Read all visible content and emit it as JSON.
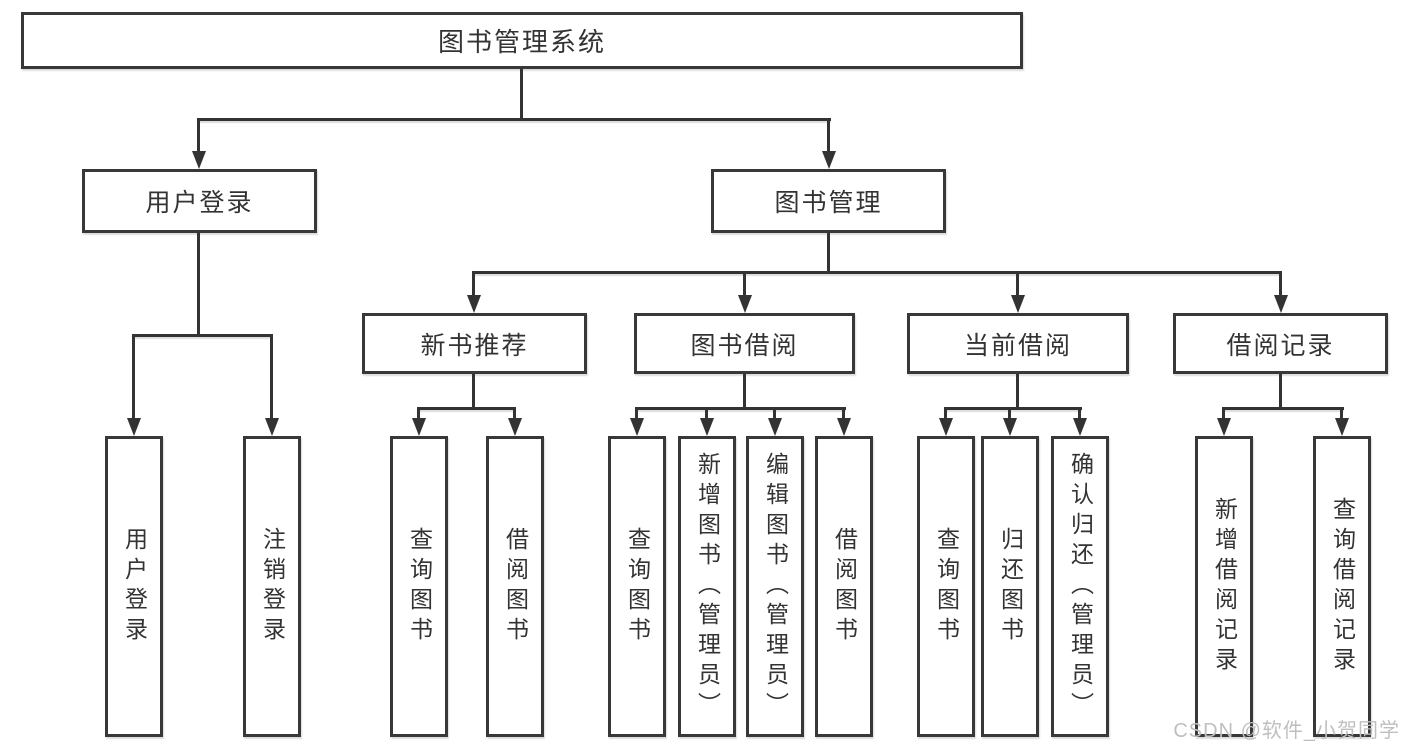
{
  "diagram": {
    "root": {
      "label": "图书管理系统"
    },
    "branches": [
      {
        "label": "用户登录",
        "children": [
          {
            "label": "用户登录"
          },
          {
            "label": "注销登录"
          }
        ]
      },
      {
        "label": "图书管理",
        "children": [
          {
            "label": "新书推荐",
            "children": [
              {
                "label": "查询图书"
              },
              {
                "label": "借阅图书"
              }
            ]
          },
          {
            "label": "图书借阅",
            "children": [
              {
                "label": "查询图书"
              },
              {
                "label": "新增图书（管理员）"
              },
              {
                "label": "编辑图书（管理员）"
              },
              {
                "label": "借阅图书"
              }
            ]
          },
          {
            "label": "当前借阅",
            "children": [
              {
                "label": "查询图书"
              },
              {
                "label": "归还图书"
              },
              {
                "label": "确认归还（管理员）"
              }
            ]
          },
          {
            "label": "借阅记录",
            "children": [
              {
                "label": "新增借阅记录"
              },
              {
                "label": "查询借阅记录"
              }
            ]
          }
        ]
      }
    ]
  },
  "watermark": {
    "text": "CSDN @软件_小贺同学"
  },
  "colors": {
    "line": "#333333",
    "text": "#333333",
    "background": "#ffffff",
    "watermark": "#bfbfbf"
  }
}
